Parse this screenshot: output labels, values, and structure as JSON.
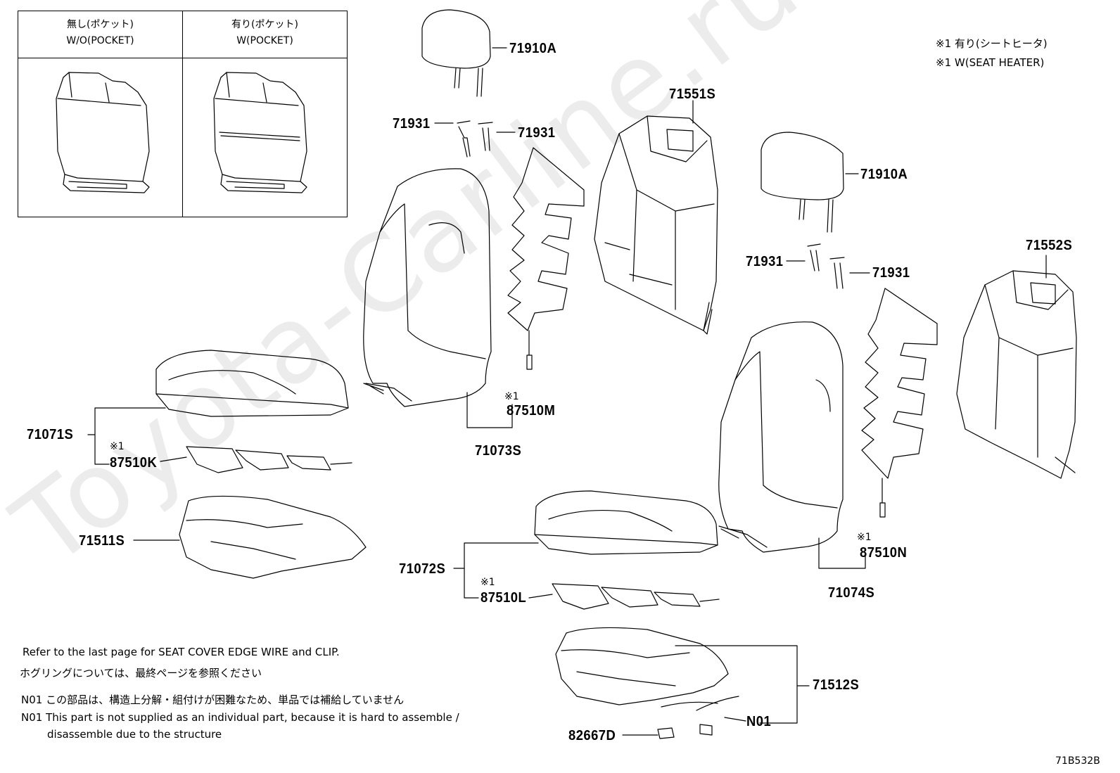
{
  "watermark": "Toyota-Carline.ru",
  "legend": {
    "left_jp": "無し(ポケット)",
    "left_en": "W/O(POCKET)",
    "right_jp": "有り(ポケット)",
    "right_en": "W(POCKET)"
  },
  "heater_note": {
    "line1": "※1 有り(シートヒータ)",
    "line2": "※1 W(SEAT HEATER)"
  },
  "marker": "※1",
  "parts": {
    "p71910A_1": "71910A",
    "p71931_1": "71931",
    "p71931_2": "71931",
    "p71551S": "71551S",
    "p71910A_2": "71910A",
    "p71931_3": "71931",
    "p71931_4": "71931",
    "p71552S": "71552S",
    "p87510M": "87510M",
    "p71073S": "71073S",
    "p71071S": "71071S",
    "p87510K": "87510K",
    "p71511S": "71511S",
    "p87510N": "87510N",
    "p71074S": "71074S",
    "p71072S": "71072S",
    "p87510L": "87510L",
    "p71512S": "71512S",
    "pN01": "N01",
    "p82667D": "82667D"
  },
  "notes": {
    "refer_en": "Refer to the last page for SEAT COVER EDGE WIRE and CLIP.",
    "refer_jp": "ホグリングについては、最終ページを参照ください",
    "n01_jp": "N01 この部品は、構造上分解・組付けが困難なため、単品では補給していません",
    "n01_en_1": "N01 This part is not supplied as an individual part, because it is hard to assemble /",
    "n01_en_2": "disassemble due to the structure"
  },
  "code": "71B532B"
}
